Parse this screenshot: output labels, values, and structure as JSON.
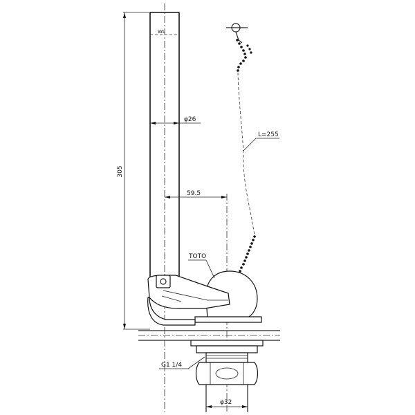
{
  "labels": {
    "height_dim": "305",
    "diameter_pipe": "φ26",
    "offset_dim": "59.5",
    "chain_length": "L=255",
    "brand": "TOTO",
    "thread": "G1 1/4",
    "diameter_outlet": "φ32"
  }
}
